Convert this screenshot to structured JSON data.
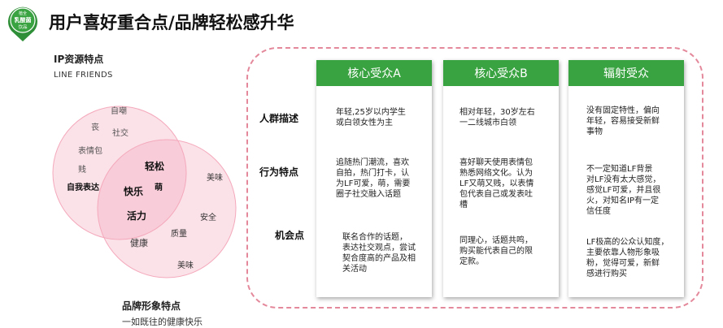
{
  "logo": {
    "line1": "植全",
    "line2": "乳酸菌",
    "line3": "饮品"
  },
  "title": "用户喜好重合点/品牌轻松感升华",
  "ip": {
    "title": "IP资源特点",
    "subtitle": "LINE FRIENDS"
  },
  "brand": {
    "title": "品牌形象特点",
    "subtitle": "一如既往的健康快乐"
  },
  "venn_words": {
    "w1": "自嘲",
    "w2": "丧",
    "w3": "社交",
    "w4": "表情包",
    "w5": "贱",
    "w6": "自我表达",
    "w7": "轻松",
    "w8": "快乐",
    "w9": "萌",
    "w10": "活力",
    "w11": "美味",
    "w12": "安全",
    "w13": "健康",
    "w14": "质量",
    "w15": "美味"
  },
  "row_labels": [
    "人群描述",
    "行为特点",
    "机会点"
  ],
  "columns": [
    {
      "header": "核心受众A",
      "crowd": "年轻,25岁以内学生\n或白领女性为主",
      "behavior": "追随热门潮流，喜欢\n自拍，热门打卡，认\n为LF可爱，萌，需要\n圈子社交融入话题",
      "opportunity": "联名合作的话题，\n表达社交观点，尝试\n契合度高的产品及相\n关活动"
    },
    {
      "header": "核心受众B",
      "crowd": "相对年轻，30岁左右\n一二线城市白领",
      "behavior": "喜好聊天使用表情包\n熟悉网络文化。认为\nLF又萌又贱，以表情\n包代表自己或发表吐\n槽",
      "opportunity": "同理心，话题共鸣，\n购买能代表自己的限\n定款。"
    },
    {
      "header": "辐射受众",
      "crowd": "没有固定特性，偏向\n年轻，容易接受新鲜\n事物",
      "behavior": "不一定知道LF背景\n对LF没有太大感觉，\n感觉LF可爱，并且很\n火，对知名IP有一定\n信任度",
      "opportunity": "LF极高的公众认知度，\n主要依靠人物形象吸\n粉，觉得可爱，新鲜\n感进行购买"
    }
  ],
  "colors": {
    "accent": "#3aa341",
    "dash": "#e4899c",
    "venn": "#f4a9bc"
  }
}
